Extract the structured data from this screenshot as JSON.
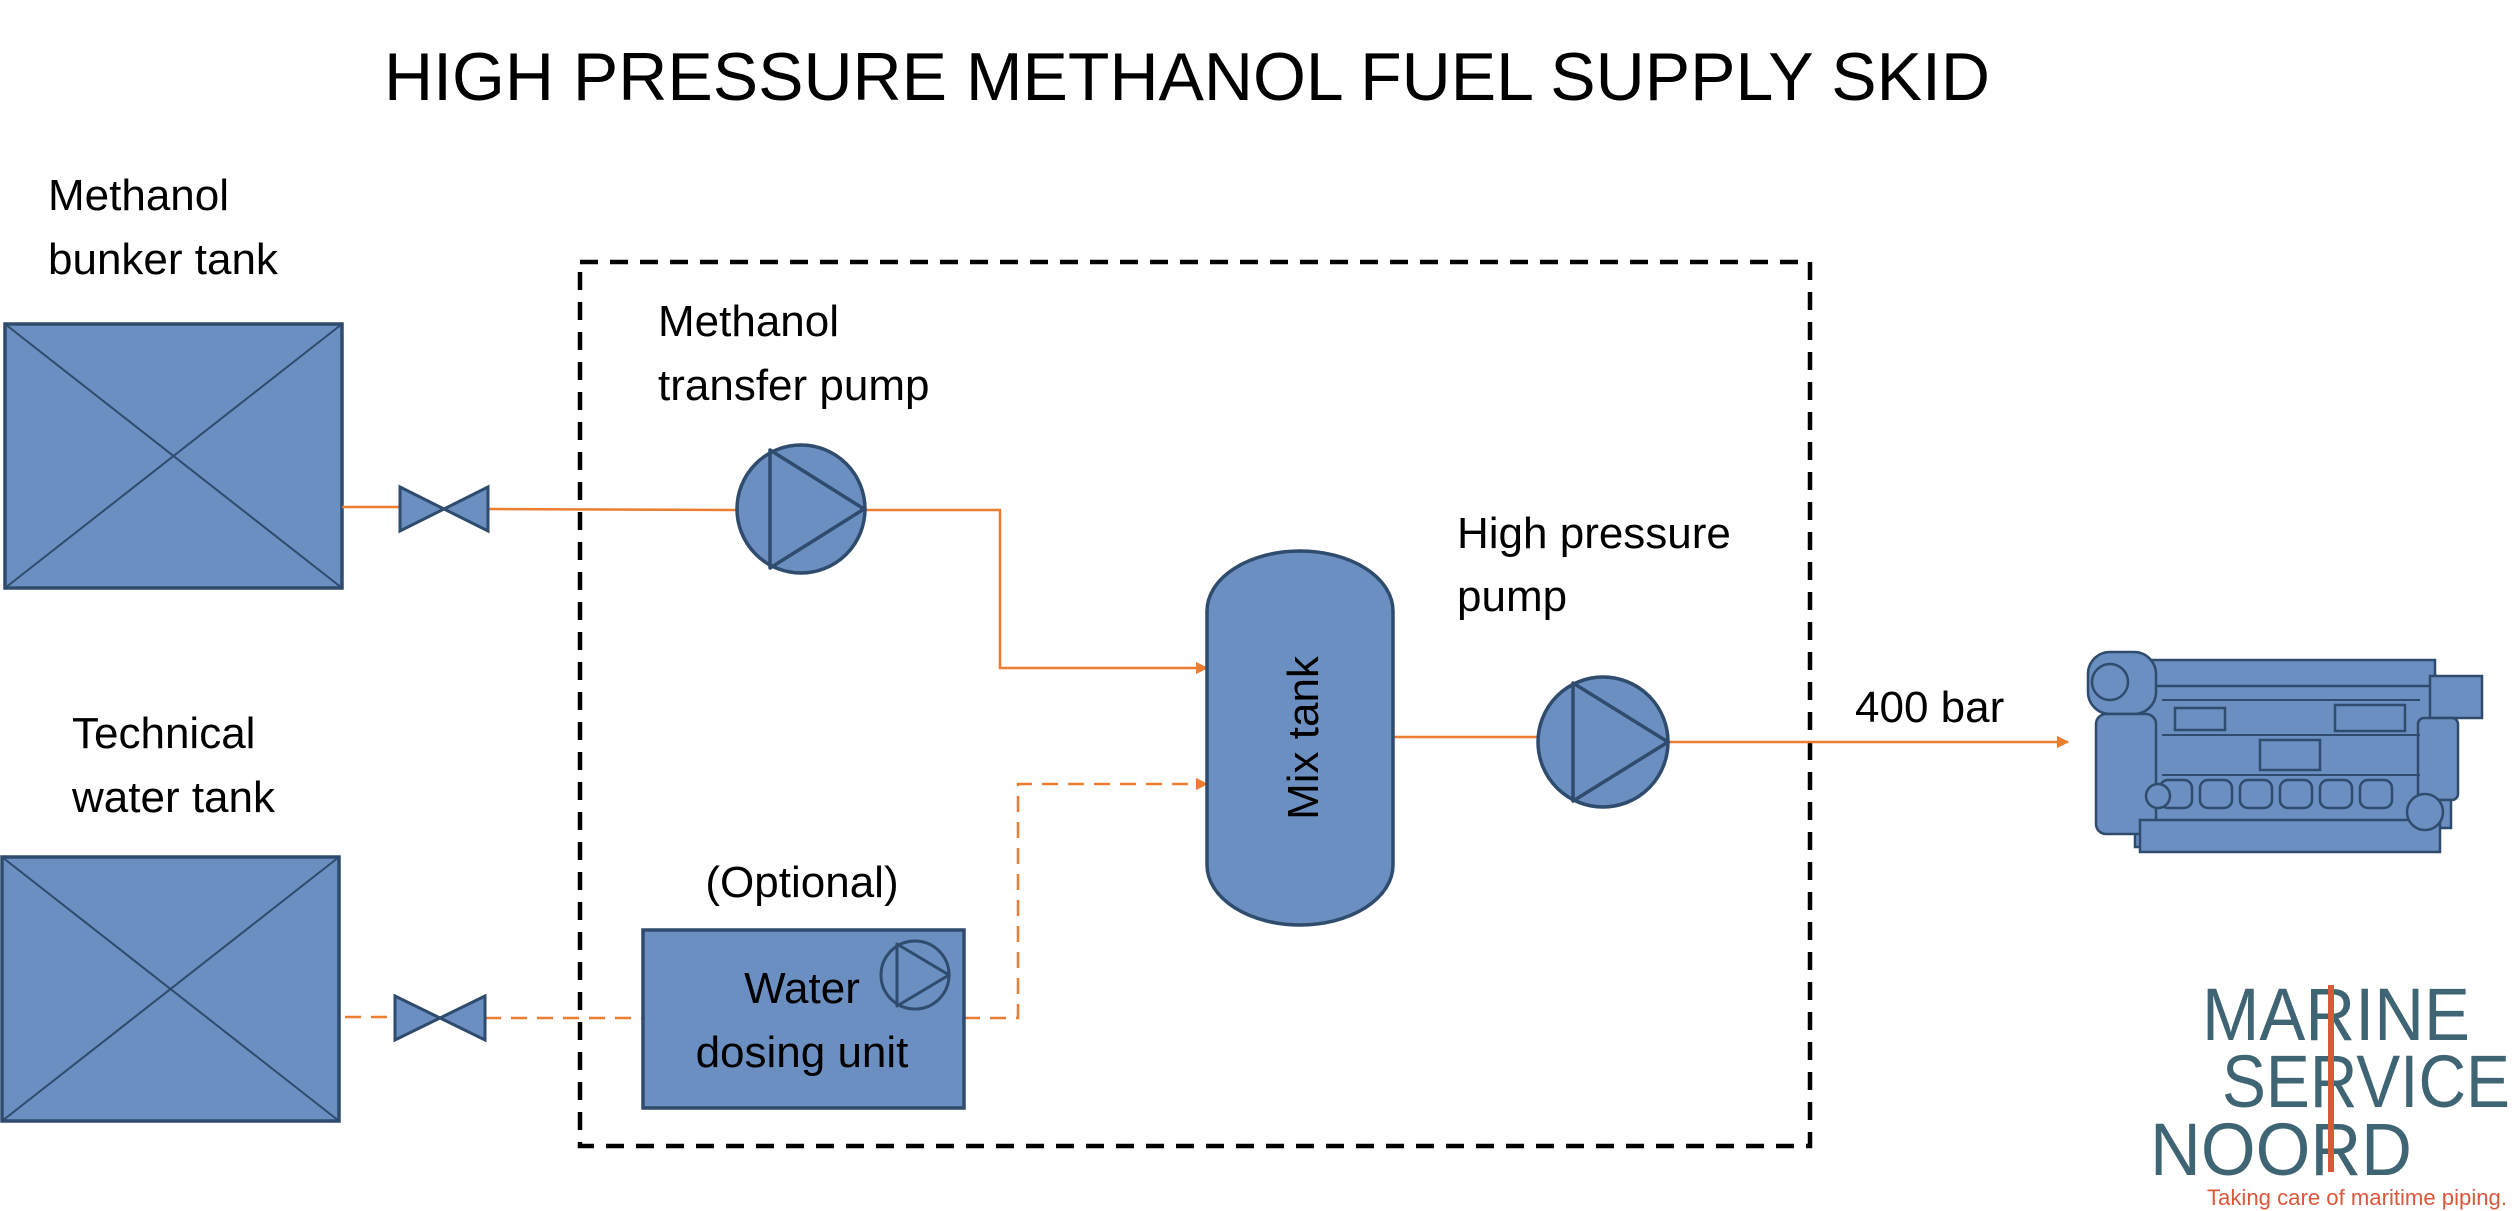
{
  "title": "HIGH PRESSURE METHANOL FUEL SUPPLY SKID",
  "labels": {
    "bunker_tank": [
      "Methanol",
      "bunker tank"
    ],
    "water_tank": [
      "Technical",
      "water tank"
    ],
    "transfer_pump": [
      "Methanol",
      "transfer pump"
    ],
    "hp_pump": [
      "High pressure",
      "pump"
    ],
    "optional": "(Optional)",
    "dosing_unit": [
      "Water",
      "dosing unit"
    ],
    "mix_tank": "Mix tank",
    "pressure": "400 bar"
  },
  "logo": {
    "lines": [
      "MARINE",
      "SERVICE",
      "NOORD"
    ],
    "tagline": "Taking care of maritime piping."
  },
  "colors": {
    "equipment_fill": "#6a8fc0",
    "equipment_stroke": "#2f4b6e",
    "pipe": "#ed7d31",
    "text": "#000000",
    "skid_border": "#000000",
    "logo_text": "#3f6474",
    "logo_accent": "#d9583a"
  }
}
